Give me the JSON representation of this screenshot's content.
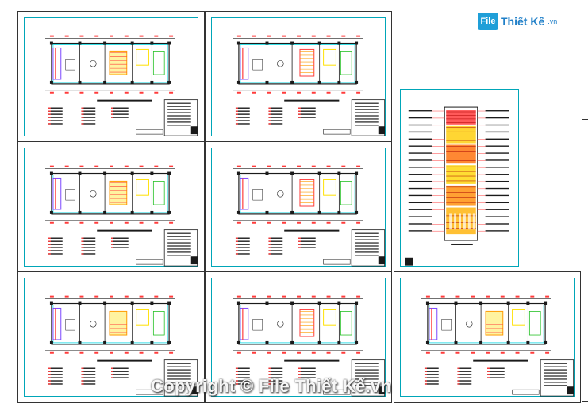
{
  "logo": {
    "mark": "File",
    "name": "Thiết Kế",
    "suffix": ".vn"
  },
  "watermark": "Copyright © File Thiết Kế.vn",
  "sheets": [
    {
      "name": "sheet-1",
      "plan": "wide"
    },
    {
      "name": "sheet-2",
      "plan": "wide"
    },
    {
      "name": "sheet-3",
      "plan": "wide"
    },
    {
      "name": "sheet-4",
      "plan": "wide"
    },
    {
      "name": "sheet-5",
      "plan": "wide"
    },
    {
      "name": "sheet-6",
      "plan": "wide"
    },
    {
      "name": "sheet-7",
      "plan": "tall"
    },
    {
      "name": "sheet-8",
      "plan": "wide"
    }
  ],
  "colors": {
    "frame": "#00a6b8",
    "wall": "#ff3b3b",
    "dim": "#1a1a1a",
    "stair": "#ff9a00",
    "room": "#ffe000",
    "accent": "#7a44ff",
    "cyan": "#00d5e0",
    "green": "#22c022"
  }
}
